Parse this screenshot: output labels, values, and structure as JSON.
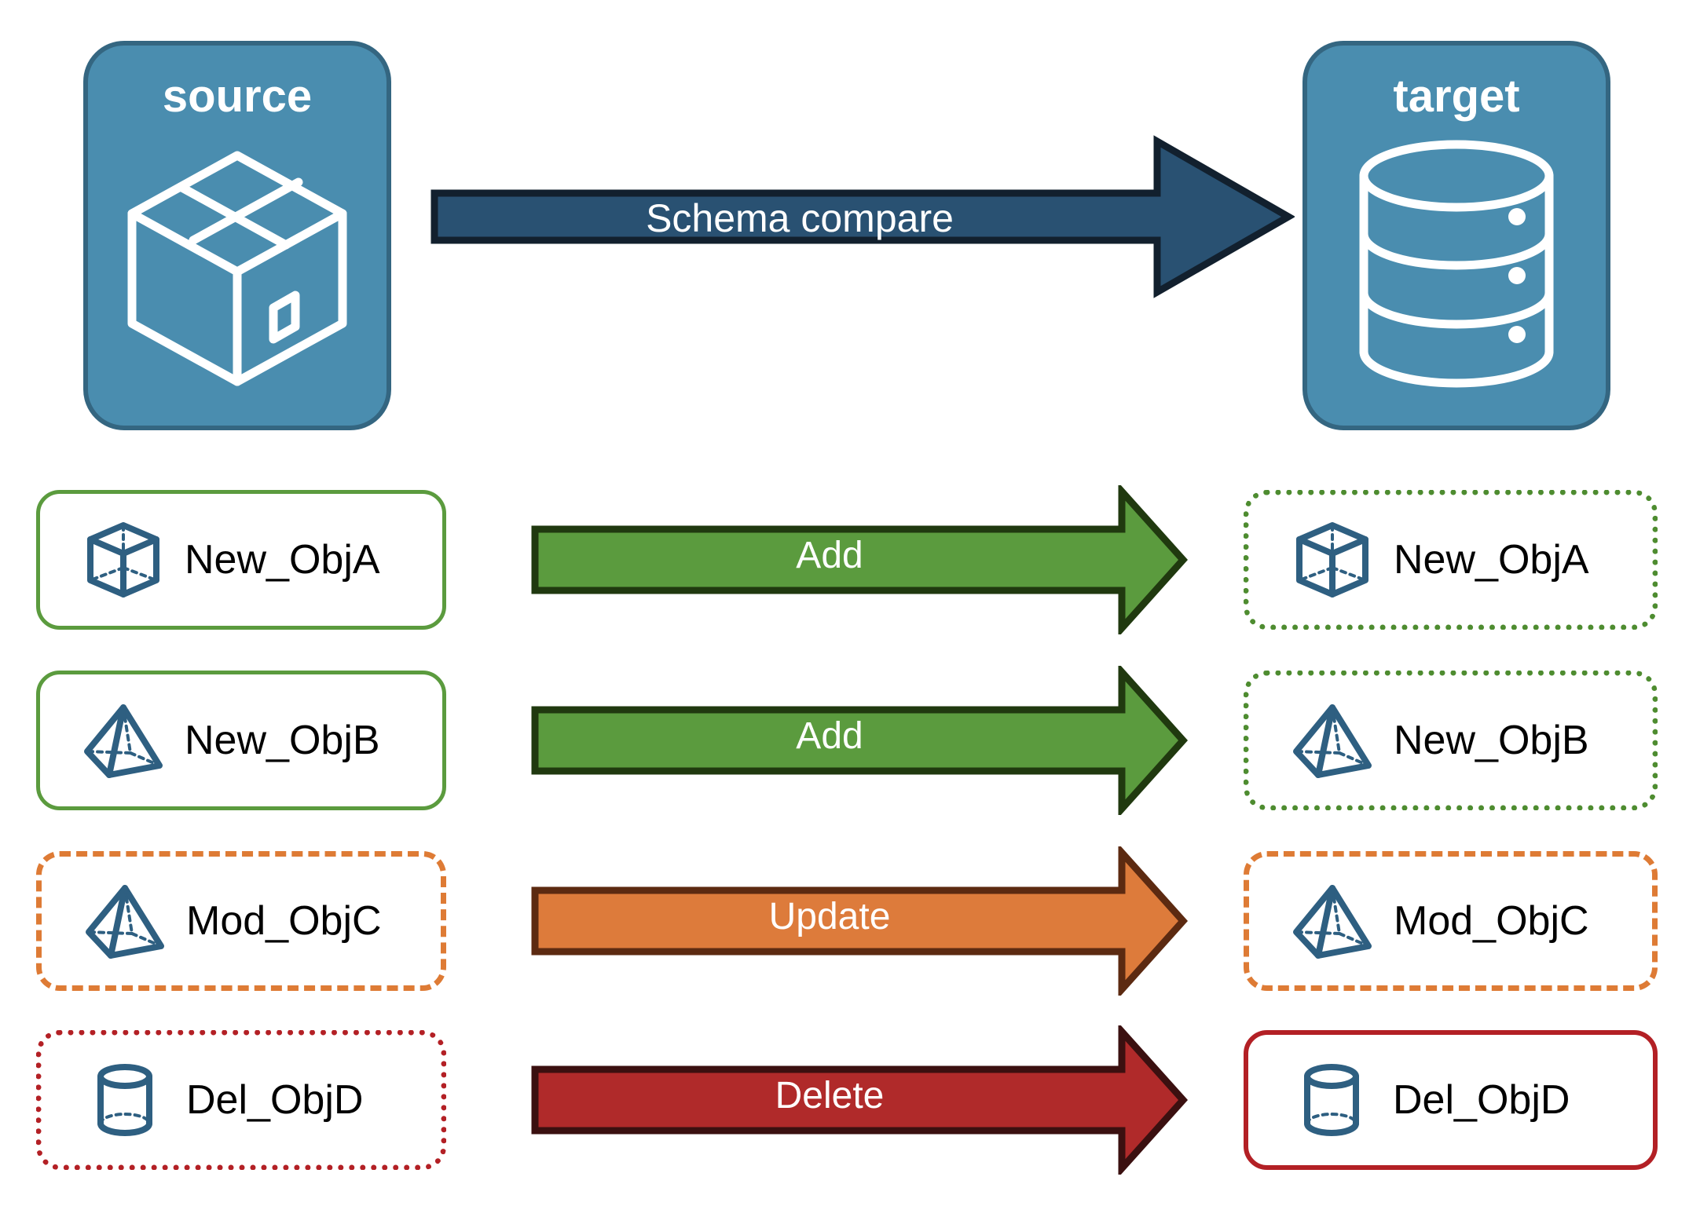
{
  "diagram": {
    "title": "Schema compare between source and target",
    "background_color": "#FFFFFF"
  },
  "endpoints": {
    "source": {
      "label": "source",
      "icon": "package-box-icon",
      "fill_color": "#4A8DAF",
      "border_color": "#346681",
      "text_color": "#FFFFFF"
    },
    "target": {
      "label": "target",
      "icon": "database-cylinder-icon",
      "fill_color": "#4A8DAF",
      "border_color": "#346681",
      "text_color": "#FFFFFF"
    }
  },
  "compare_arrow": {
    "label": "Schema compare",
    "fill_color": "#295172",
    "outline_color": "#12202E",
    "text_color": "#FFFFFF",
    "direction": "right"
  },
  "rows": [
    {
      "source_label": "New_ObjA",
      "source_icon": "wireframe-cube-icon",
      "source_border_style": "solid",
      "source_border_color": "#5B9B3E",
      "action": "Add",
      "action_fill": "#5B9B3E",
      "action_outline": "#20390F",
      "target_label": "New_ObjA",
      "target_icon": "wireframe-cube-icon",
      "target_border_style": "dotted",
      "target_border_color": "#4E8C30"
    },
    {
      "source_label": "New_ObjB",
      "source_icon": "wireframe-pyramid-icon",
      "source_border_style": "solid",
      "source_border_color": "#5B9B3E",
      "action": "Add",
      "action_fill": "#5B9B3E",
      "action_outline": "#20390F",
      "target_label": "New_ObjB",
      "target_icon": "wireframe-pyramid-icon",
      "target_border_style": "dotted",
      "target_border_color": "#4E8C30"
    },
    {
      "source_label": "Mod_ObjC",
      "source_icon": "wireframe-pyramid-icon",
      "source_border_style": "dashed",
      "source_border_color": "#DE7B35",
      "action": "Update",
      "action_fill": "#DD7B3B",
      "action_outline": "#5C2A11",
      "target_label": "Mod_ObjC",
      "target_icon": "wireframe-pyramid-icon",
      "target_border_style": "dashed",
      "target_border_color": "#DE7B35"
    },
    {
      "source_label": "Del_ObjD",
      "source_icon": "wireframe-cylinder-icon",
      "source_border_style": "dotted",
      "source_border_color": "#B32025",
      "action": "Delete",
      "action_fill": "#B02A2A",
      "action_outline": "#3B1010",
      "target_label": "Del_ObjD",
      "target_icon": "wireframe-cylinder-icon",
      "target_border_style": "solid",
      "target_border_color": "#B32025"
    }
  ],
  "colors": {
    "object_icon_stroke": "#2E5F81",
    "label_text": "#000000",
    "arrow_text": "#FFFFFF"
  }
}
